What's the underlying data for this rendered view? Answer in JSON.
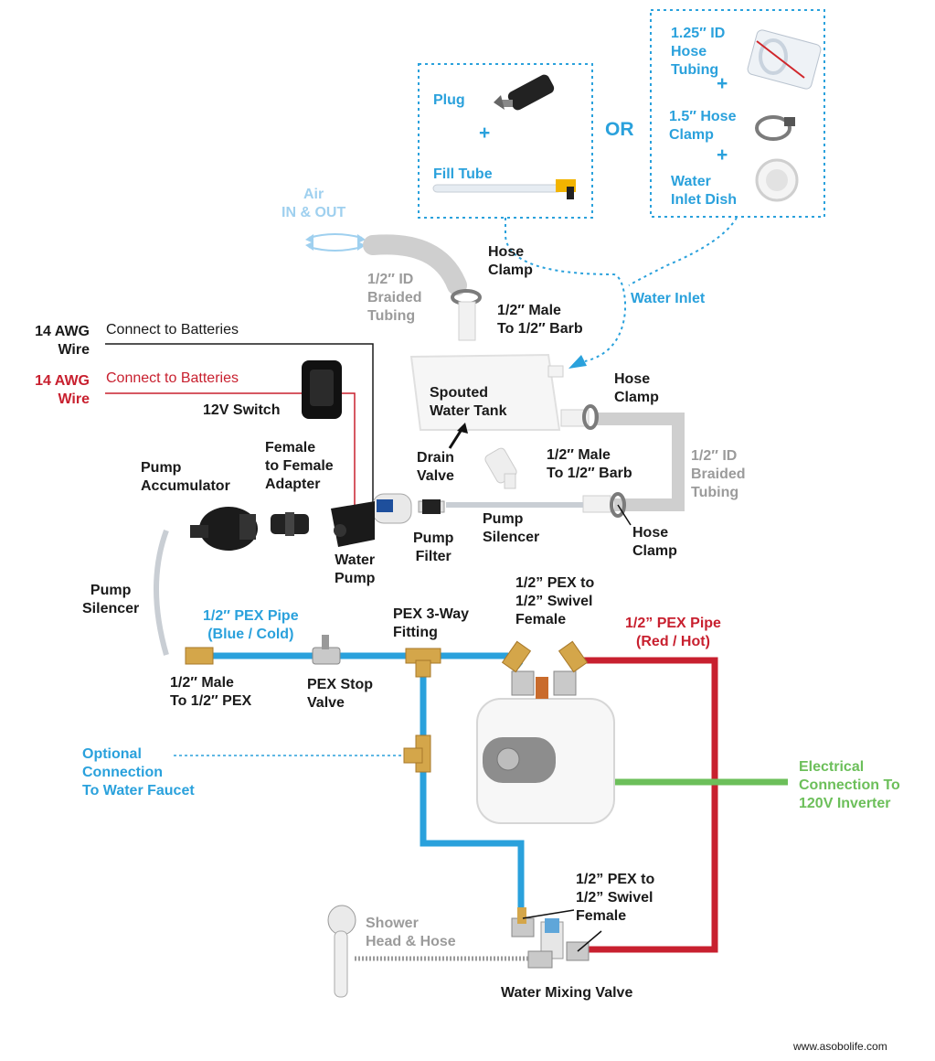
{
  "colors": {
    "cold": "#2aa1dc",
    "hot": "#c8202f",
    "electric": "#6cbf5a",
    "tubing": "#cfcfcf",
    "air": "#9fd0ef",
    "wire": "#1a1a1a"
  },
  "inlet_option_a": {
    "plug": "Plug",
    "plus": "+",
    "fill_tube": "Fill Tube"
  },
  "or": "OR",
  "inlet_option_b": {
    "hose_tubing": "1.25″ ID\nHose\nTubing",
    "plus1": "+",
    "hose_clamp": "1.5″ Hose\nClamp",
    "plus2": "+",
    "inlet_dish": "Water\nInlet Dish"
  },
  "air": "Air\nIN & OUT",
  "water_inlet": "Water Inlet",
  "top_tubing": "1/2″ ID\nBraided\nTubing",
  "top_hose_clamp": "Hose\nClamp",
  "top_barb": "1/2″ Male\nTo 1/2″ Barb",
  "wire_black": {
    "gauge": "14 AWG\nWire",
    "text": "Connect to Batteries"
  },
  "wire_red": {
    "gauge": "14 AWG\nWire",
    "text": "Connect to Batteries"
  },
  "switch": "12V Switch",
  "tank": "Spouted\nWater Tank",
  "drain_valve": "Drain\nValve",
  "right_hose_clamp_top": "Hose\nClamp",
  "right_barb": "1/2″ Male\nTo 1/2″ Barb",
  "right_tubing": "1/2″ ID\nBraided\nTubing",
  "right_hose_clamp_bottom": "Hose\nClamp",
  "pump_accumulator": "Pump\nAccumulator",
  "adapter": "Female\nto Female\nAdapter",
  "water_pump": "Water\nPump",
  "pump_filter": "Pump\nFilter",
  "pump_silencer_right": "Pump\nSilencer",
  "pump_silencer_left": "Pump\nSilencer",
  "pex_blue": "1/2″ PEX Pipe\n(Blue / Cold)",
  "pex_3way": "PEX 3-Way\nFitting",
  "swivel_top": "1/2” PEX to\n1/2” Swivel\nFemale",
  "pex_red": "1/2” PEX Pipe\n(Red / Hot)",
  "male_to_pex": "1/2″ Male\nTo 1/2″ PEX",
  "stop_valve": "PEX Stop\nValve",
  "optional": "Optional\nConnection\nTo Water Faucet",
  "electrical": "Electrical\nConnection To\n120V Inverter",
  "swivel_bottom": "1/2” PEX to\n1/2” Swivel\nFemale",
  "shower": "Shower\nHead & Hose",
  "mixing_valve": "Water Mixing Valve",
  "website": "www.asobolife.com"
}
